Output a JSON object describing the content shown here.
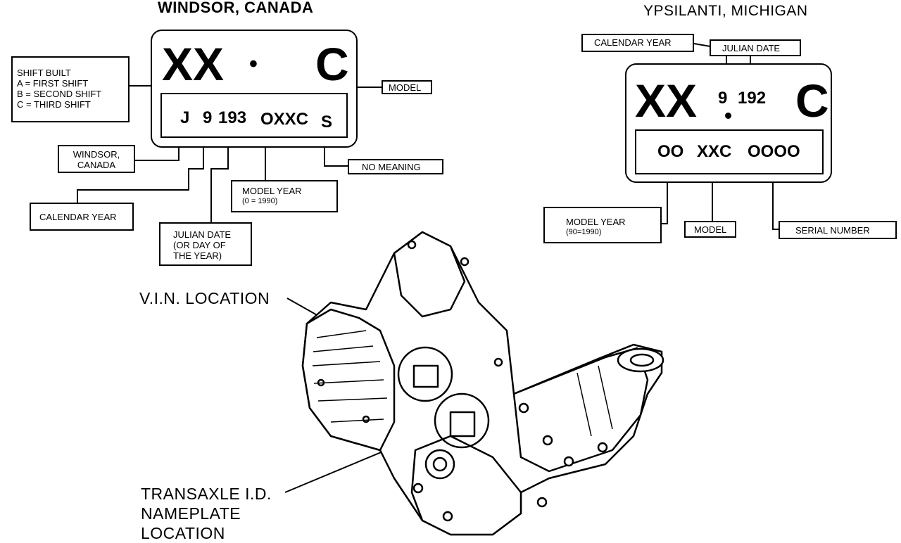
{
  "windsor": {
    "title": "WINDSOR, CANADA",
    "plate_left": "XX",
    "plate_dot": "•",
    "plate_right": "C",
    "codes": [
      "J",
      "9",
      "193",
      "OXXC",
      "S"
    ],
    "labels": {
      "shift_built": [
        "SHIFT BUILT",
        "A = FIRST SHIFT",
        "B = SECOND SHIFT",
        "C = THIRD SHIFT"
      ],
      "windsor_canada": [
        "WINDSOR,",
        "CANADA"
      ],
      "calendar_year": "CALENDAR YEAR",
      "julian_date": [
        "JULIAN DATE",
        "(OR DAY OF",
        "THE YEAR)"
      ],
      "model_year": [
        "MODEL YEAR",
        "(0 = 1990)"
      ],
      "model": "MODEL",
      "no_meaning": "NO MEANING"
    }
  },
  "ypsilanti": {
    "title": "YPSILANTI, MICHIGAN",
    "plate_left": "XX",
    "plate_right": "C",
    "year_digit": "9",
    "julian": "192",
    "codes": [
      "OO",
      "XXC",
      "OOOO"
    ],
    "labels": {
      "calendar_year": "CALENDAR YEAR",
      "julian_date": "JULIAN DATE",
      "model_year": [
        "MODEL YEAR",
        "(90=1990)"
      ],
      "model": "MODEL",
      "serial_number": "SERIAL NUMBER"
    }
  },
  "callouts": {
    "vin_location": "V.I.N. LOCATION",
    "nameplate_location": [
      "TRANSAXLE I.D.",
      "NAMEPLATE",
      "LOCATION"
    ]
  }
}
